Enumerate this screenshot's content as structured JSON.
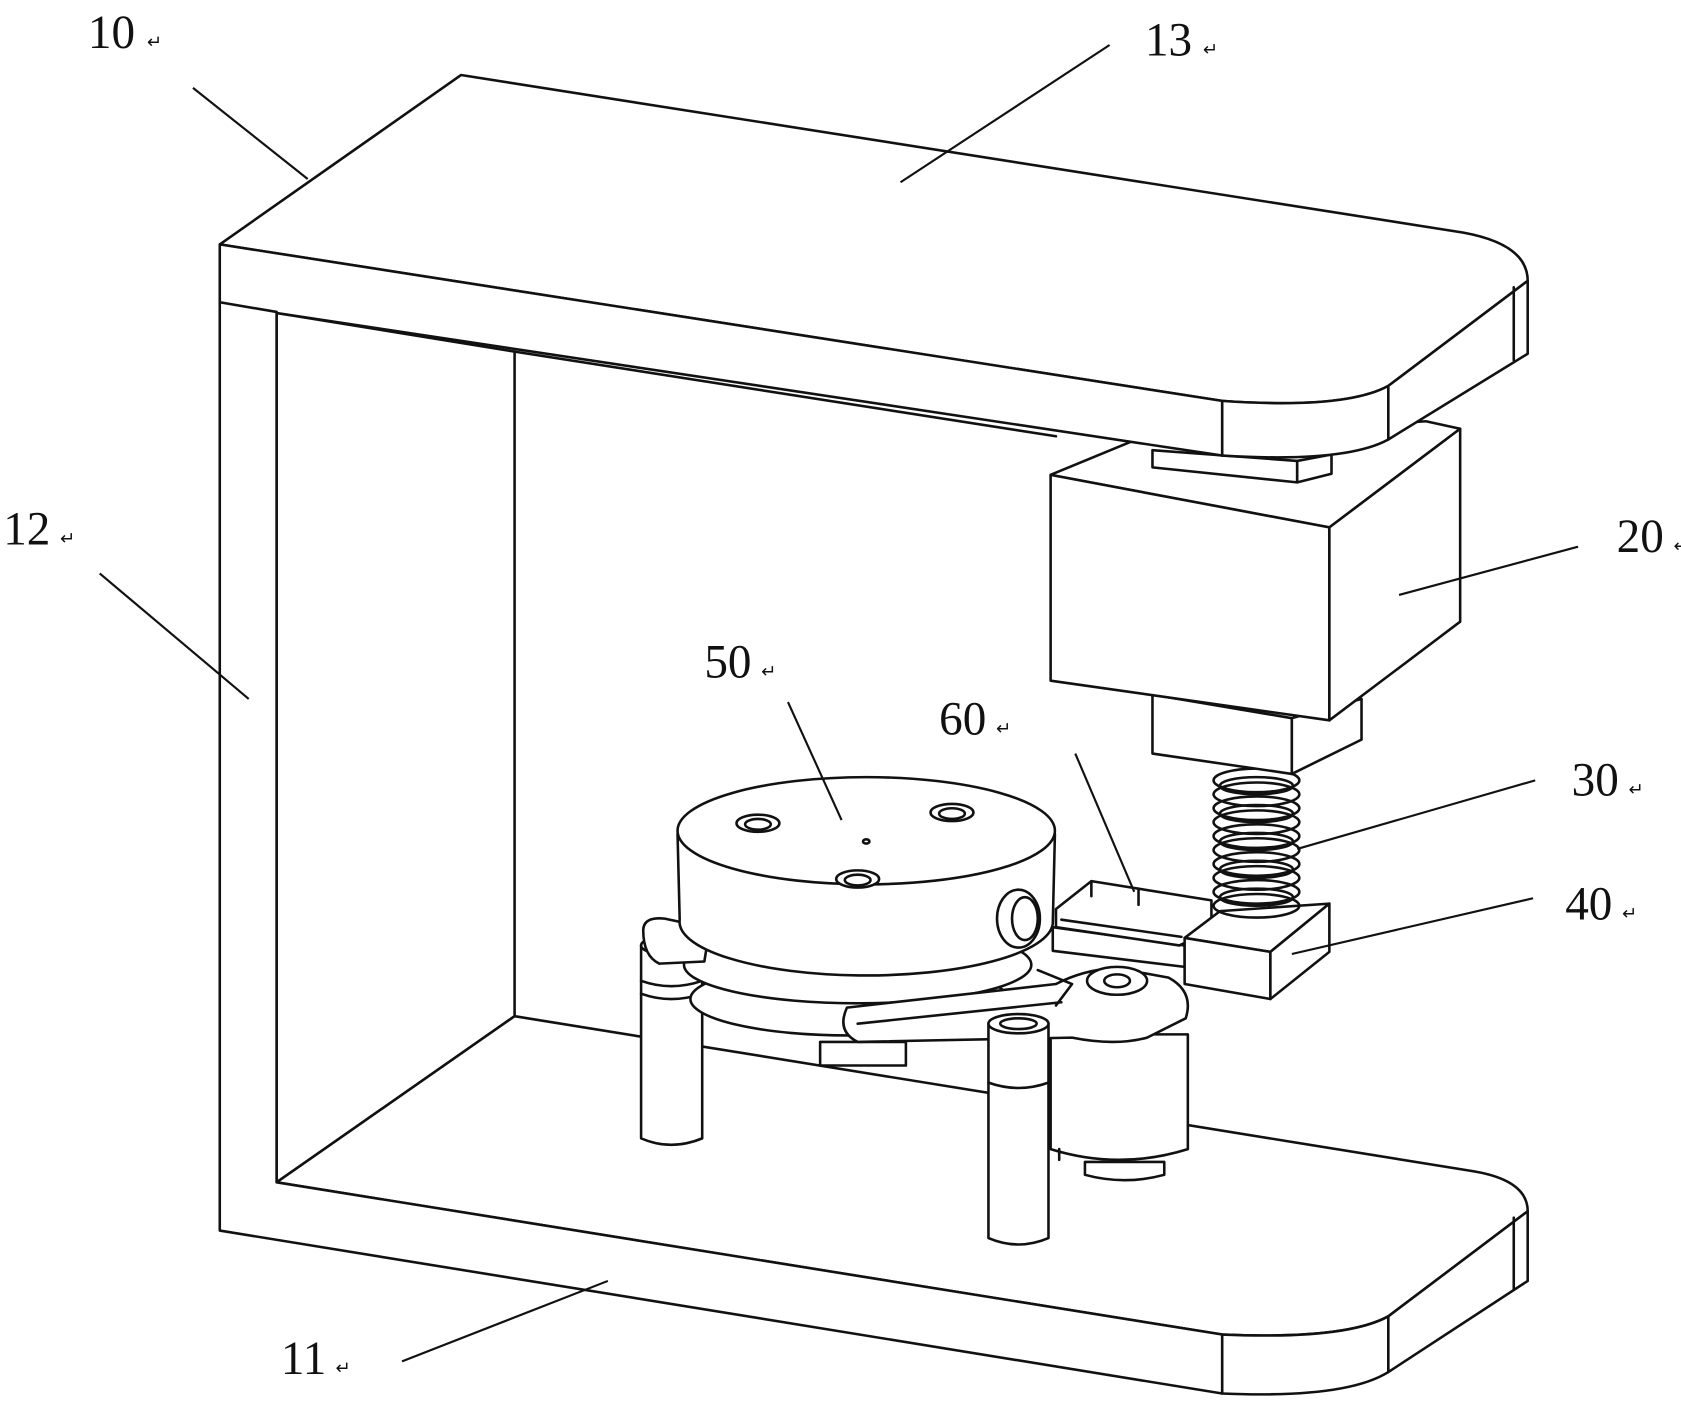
{
  "callouts": [
    {
      "text": "10"
    },
    {
      "text": "13"
    },
    {
      "text": "12"
    },
    {
      "text": "20"
    },
    {
      "text": "50"
    },
    {
      "text": "60"
    },
    {
      "text": "30"
    },
    {
      "text": "40"
    },
    {
      "text": "11"
    }
  ],
  "return_mark": "↵",
  "colors": {
    "line": "#111111",
    "background": "#ffffff"
  }
}
